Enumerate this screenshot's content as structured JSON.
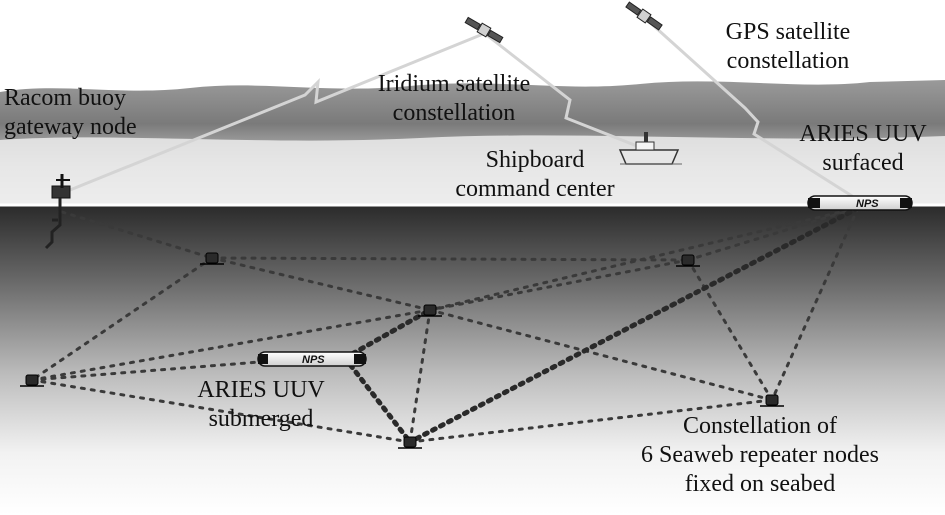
{
  "labels": {
    "racom": [
      "Racom buoy",
      "gateway node"
    ],
    "iridium": [
      "Iridium satellite",
      "constellation"
    ],
    "gps": [
      "GPS satellite",
      "constellation"
    ],
    "shipboard": [
      "Shipboard",
      "command center"
    ],
    "aries_surfaced": [
      "ARIES UUV",
      "surfaced"
    ],
    "aries_submerged": [
      "ARIES UUV",
      "submerged"
    ],
    "seaweb": [
      "Constellation of",
      "6 Seaweb repeater nodes",
      "fixed on seabed"
    ]
  },
  "vehicle_marking": "NPS",
  "colors": {
    "sky_top": "#ffffff",
    "horizon_band": "#8a8a8a",
    "sea_surface_haze": "#efefef",
    "underwater_top": "#2a2a2a",
    "underwater_bottom": "#ffffff",
    "link_line": "#cfcfcf",
    "acoustic_link": "#3a3a3a",
    "text": "#111111"
  },
  "icons": [
    "satellite-icon",
    "buoy-icon",
    "ship-icon",
    "uuv-icon",
    "repeater-node-icon"
  ]
}
